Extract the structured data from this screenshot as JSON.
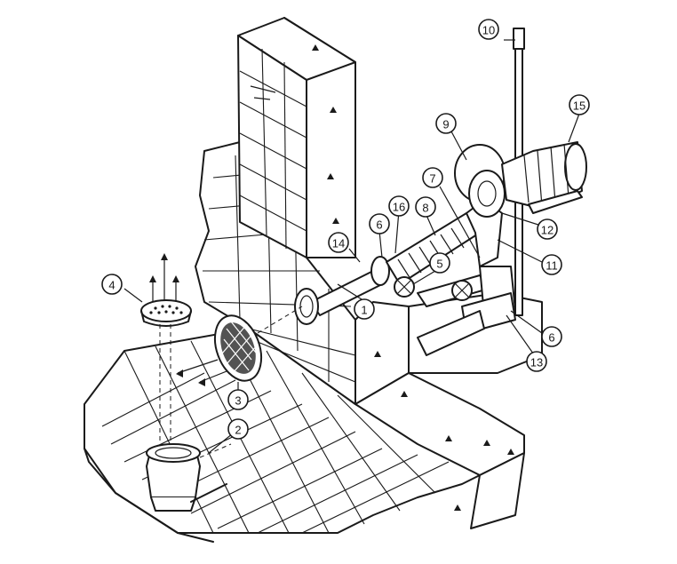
{
  "callouts": [
    {
      "id": "c1",
      "label": "1"
    },
    {
      "id": "c2",
      "label": "2"
    },
    {
      "id": "c3",
      "label": "3"
    },
    {
      "id": "c4",
      "label": "4"
    },
    {
      "id": "c5",
      "label": "5"
    },
    {
      "id": "c6a",
      "label": "6"
    },
    {
      "id": "c6b",
      "label": "6"
    },
    {
      "id": "c7",
      "label": "7"
    },
    {
      "id": "c8",
      "label": "8"
    },
    {
      "id": "c9",
      "label": "9"
    },
    {
      "id": "c10",
      "label": "10"
    },
    {
      "id": "c11",
      "label": "11"
    },
    {
      "id": "c12",
      "label": "12"
    },
    {
      "id": "c13",
      "label": "13"
    },
    {
      "id": "c14",
      "label": "14"
    },
    {
      "id": "c15",
      "label": "15"
    },
    {
      "id": "c16",
      "label": "16"
    }
  ],
  "colors": {
    "ink": "#1a1a1a",
    "paper": "#ffffff"
  }
}
